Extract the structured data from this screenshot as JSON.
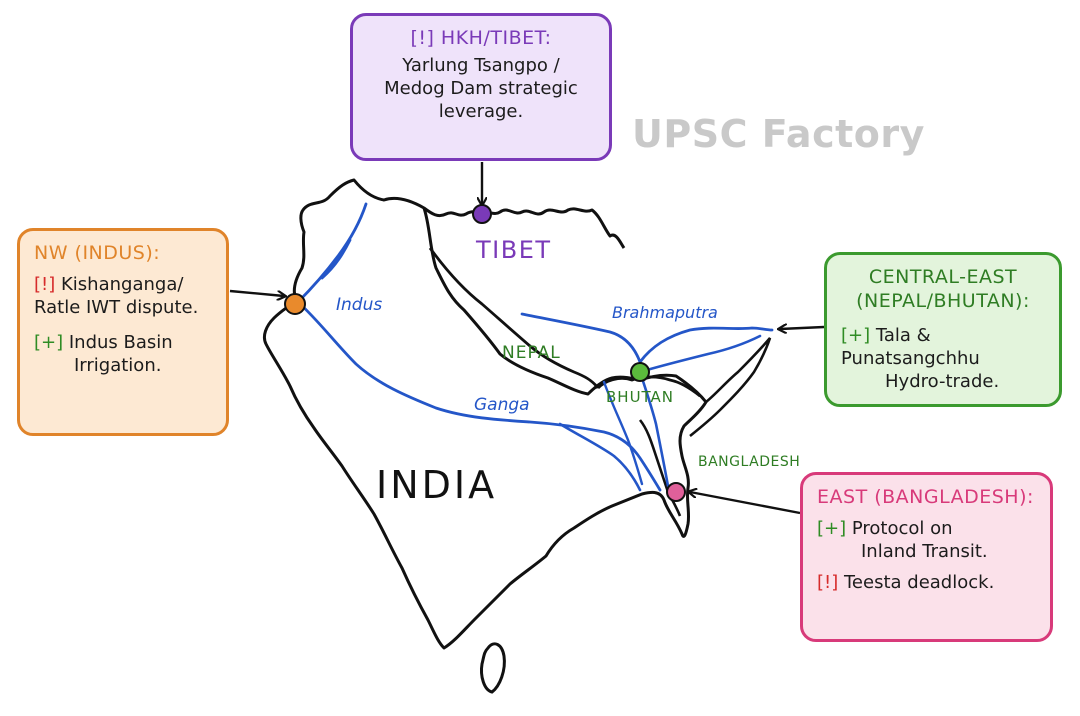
{
  "watermark": "UPSC Factory",
  "map_labels": {
    "country_india": "INDIA",
    "tibet": "TIBET",
    "nepal": "NEPAL",
    "bhutan": "BHUTAN",
    "bangladesh": "BANGLADESH",
    "river_indus": "Indus",
    "river_ganga": "Ganga",
    "river_brahmaputra": "Brahmaputra"
  },
  "callouts": {
    "tibet": {
      "heading": "[!] HKH/TIBET:",
      "lines": [
        "Yarlung Tsangpo /",
        "Medog Dam strategic",
        "leverage."
      ]
    },
    "nw": {
      "heading": "NW (INDUS):",
      "items": [
        {
          "tag": "[!]",
          "lines": [
            "Kishanganga/",
            "Ratle IWT dispute."
          ]
        },
        {
          "tag": "[+]",
          "lines": [
            "Indus Basin",
            "Irrigation."
          ]
        }
      ]
    },
    "central_east": {
      "heading_lines": [
        "CENTRAL-EAST",
        "(NEPAL/BHUTAN):"
      ],
      "items": [
        {
          "tag": "[+]",
          "lines": [
            "Tala & Punatsangchhu",
            "Hydro-trade."
          ]
        }
      ]
    },
    "east": {
      "heading": "EAST (BANGLADESH):",
      "items": [
        {
          "tag": "[+]",
          "lines": [
            "Protocol on",
            "Inland Transit."
          ]
        },
        {
          "tag": "[!]",
          "lines": [
            "Teesta deadlock."
          ]
        }
      ]
    }
  },
  "colors": {
    "tibet": "#7a3ab8",
    "nw": "#e0842a",
    "central_east": "#3b9a2e",
    "east": "#d83a7a",
    "river": "#2456c8",
    "outline": "#111111",
    "warn_tag": "#d62b2b",
    "plus_tag": "#2f8c24"
  },
  "markers": [
    {
      "region": "tibet",
      "color": "#7a3ab8"
    },
    {
      "region": "nw",
      "color": "#e98a2c"
    },
    {
      "region": "central_east",
      "color": "#5bbb3c"
    },
    {
      "region": "east",
      "color": "#e0609a"
    }
  ]
}
